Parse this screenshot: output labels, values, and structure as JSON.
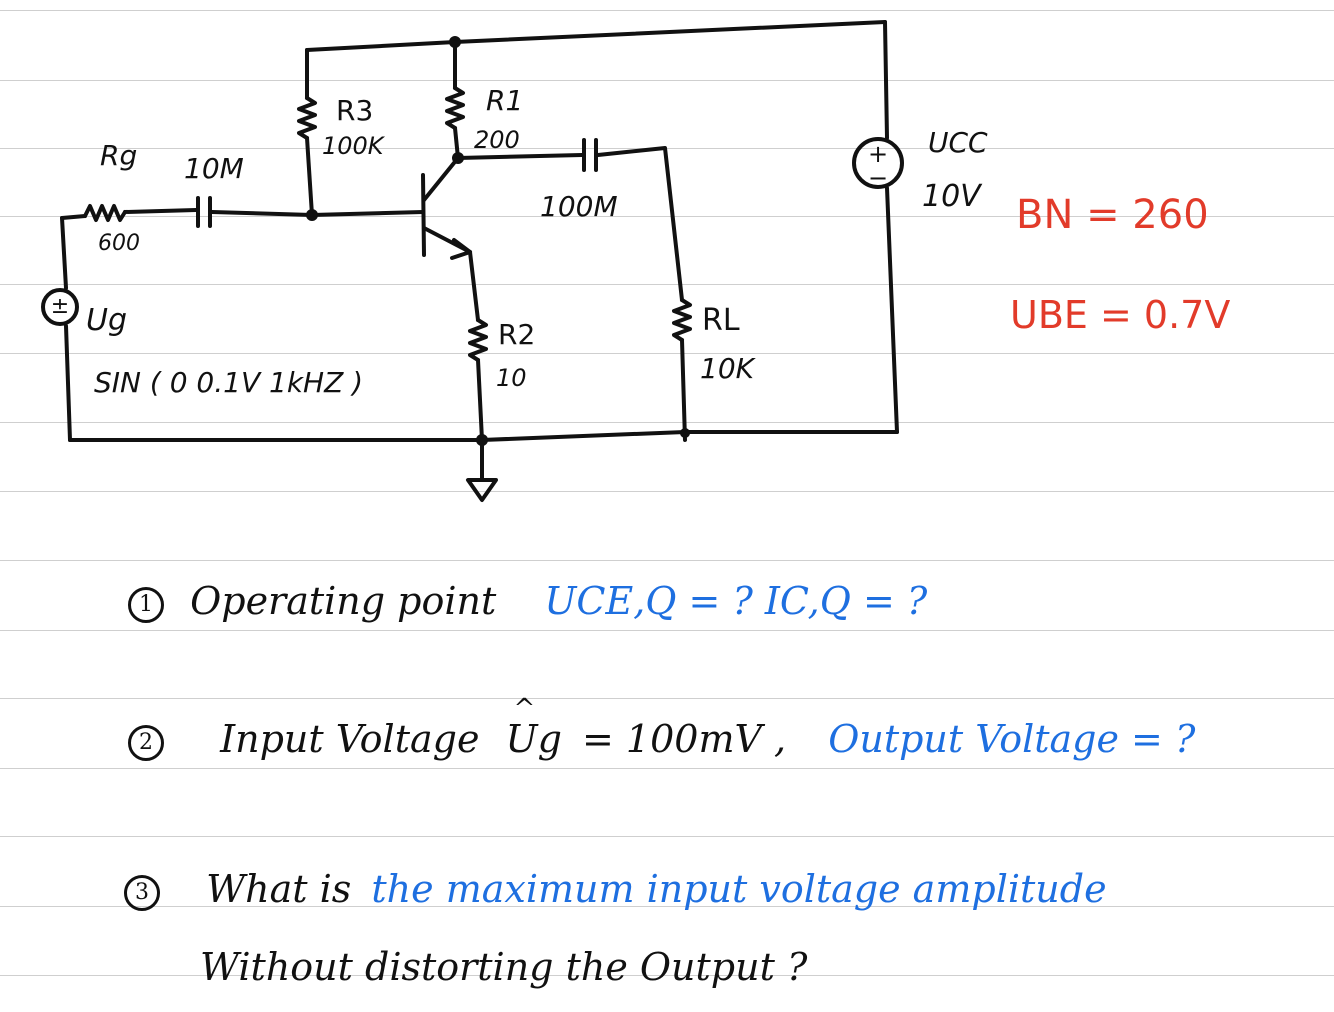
{
  "circuit": {
    "rg_label": "Rg",
    "rg_value": "600",
    "c1_value": "10M",
    "r3_label": "R3",
    "r3_value": "100K",
    "r1_label": "R1",
    "r1_value": "200",
    "c2_value": "100M",
    "r2_label": "R2",
    "r2_value": "10",
    "rl_label": "RL",
    "rl_value": "10K",
    "ucc_label": "UCC",
    "ucc_value": "10V",
    "ug_label": "Ug",
    "ug_spec": "SIN ( 0 0.1V 1kHZ )"
  },
  "params": {
    "beta": "BN = 260",
    "ube": "UBE = 0.7V"
  },
  "questions": [
    {
      "number": "1",
      "text_black": "Operating point",
      "text_blue": "UCE,Q = ?    IC,Q = ?"
    },
    {
      "number": "2",
      "text_black": "Input Voltage",
      "text_hat": "Ug",
      "text_black_2": "= 100mV ,",
      "text_blue": "Output Voltage = ?"
    },
    {
      "number": "3",
      "text_black": "What is",
      "text_blue": "the maximum input voltage amplitude",
      "line2": "Without distorting the Output ?"
    }
  ],
  "colors": {
    "ink": "#111111",
    "blue": "#1e6fe0",
    "red": "#e23b2a",
    "rule": "#cfcfcf"
  }
}
